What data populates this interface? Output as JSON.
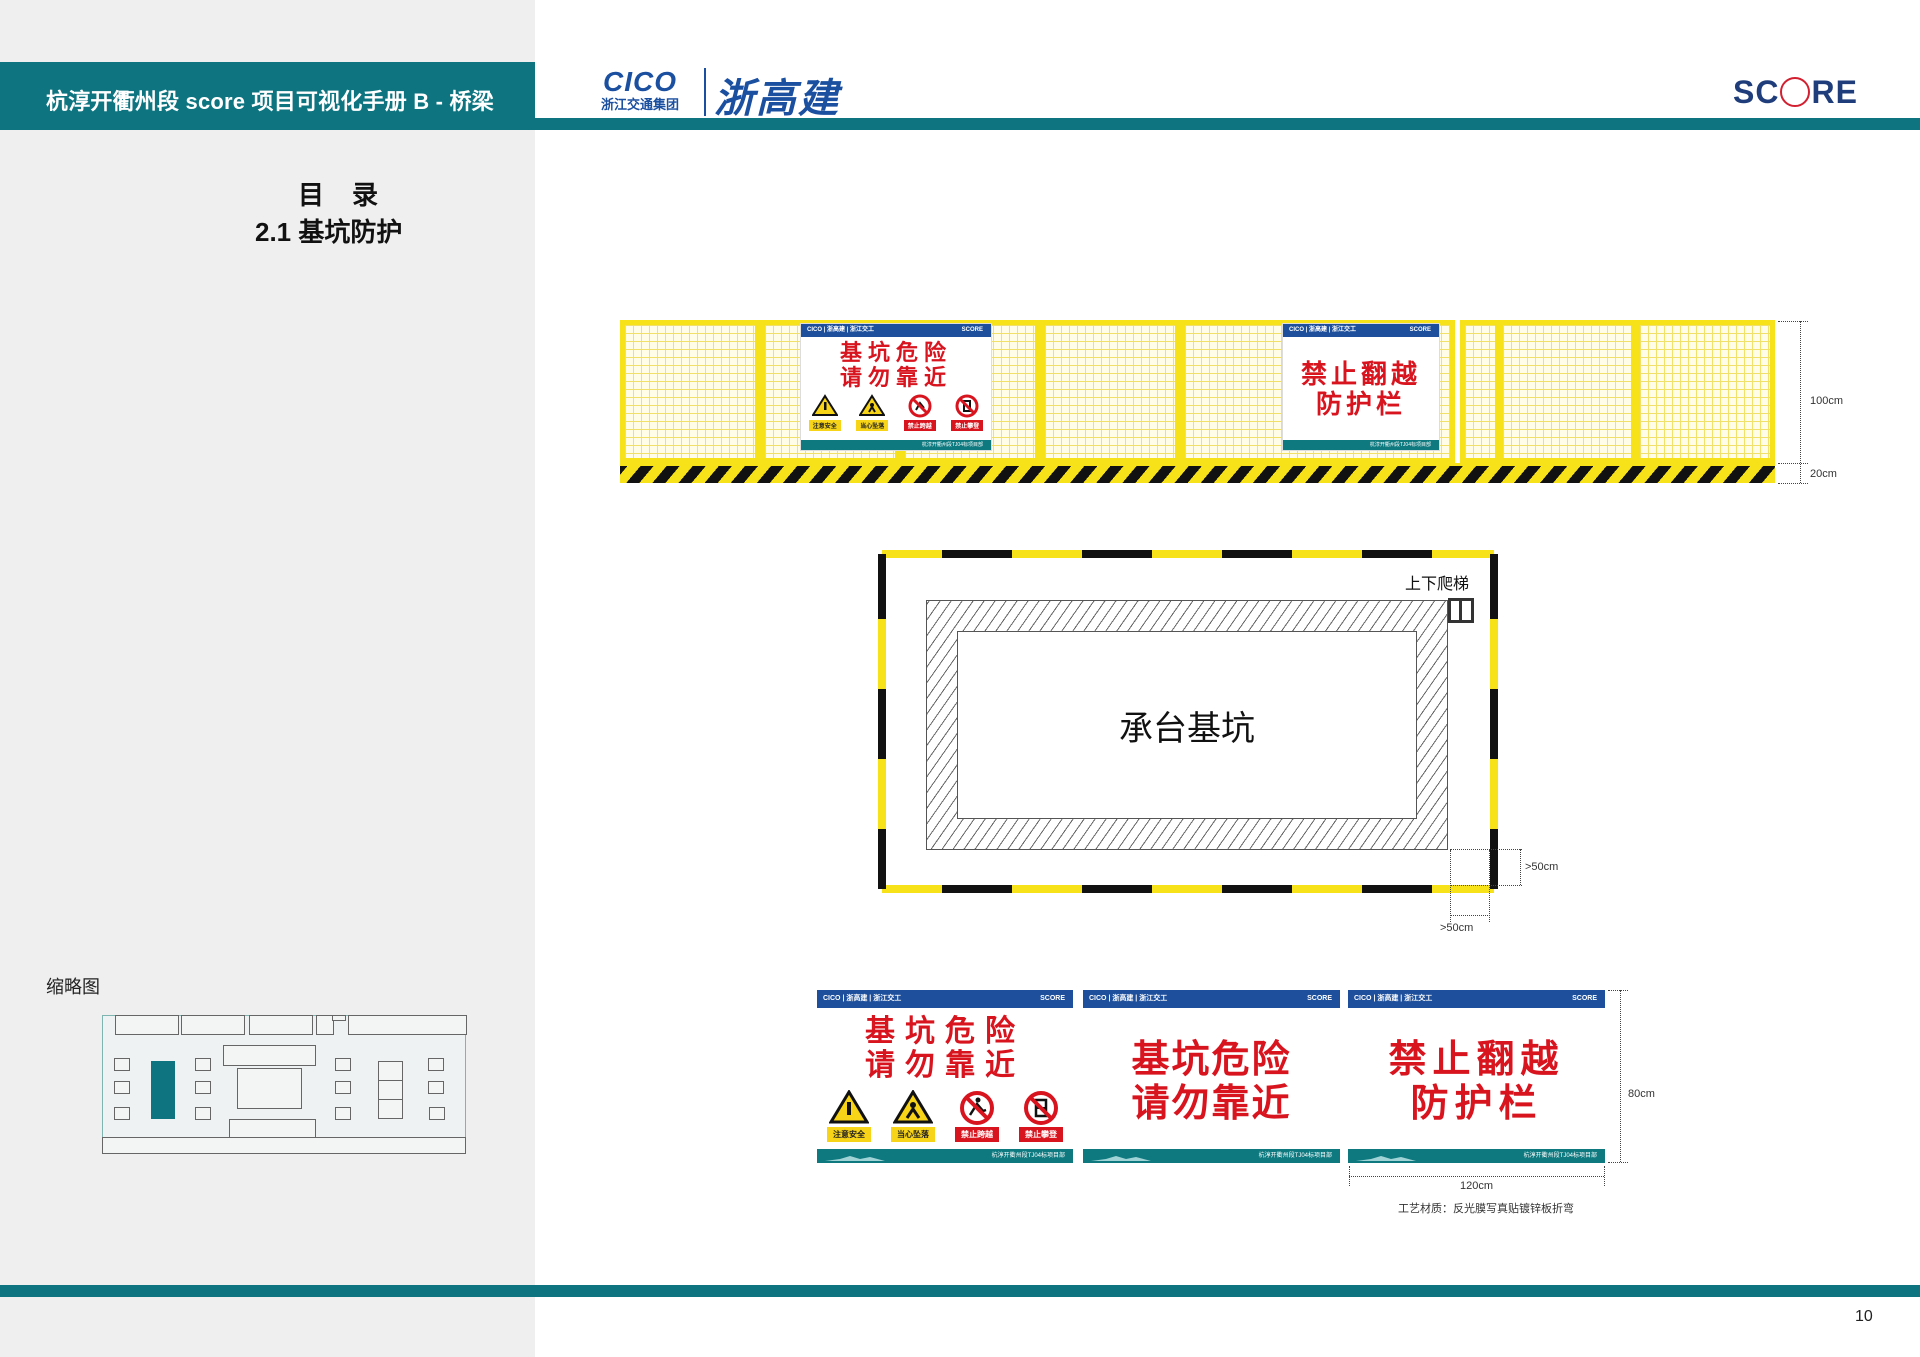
{
  "header": {
    "title": "杭淳开衢州段 score 项目可视化手册 B - 桥梁",
    "logos": {
      "cico": "CICO",
      "cico_sub": "浙江交通集团",
      "zgj": "浙高建",
      "score": [
        "SC",
        "RE"
      ]
    }
  },
  "toc": {
    "heading": "目录",
    "section": "2.1 基坑防护"
  },
  "thumbnail": {
    "label": "缩略图"
  },
  "fence": {
    "dim_height": "100cm",
    "dim_base": "20cm",
    "sign_small_header": "CICO | 浙高建 | 浙江交工",
    "sign_small_score": "SCORE"
  },
  "pit_diagram": {
    "label": "承台基坑",
    "ladder_label": "上下爬梯",
    "clearance_v": ">50cm",
    "clearance_h": ">50cm"
  },
  "signs": [
    {
      "header_left": "CICO | 浙高建 | 浙江交工",
      "header_right": "SCORE",
      "line1": "基坑危险",
      "line2": "请勿靠近",
      "icons": [
        {
          "name": "caution-icon",
          "glyph": "!",
          "type": "warning",
          "tag": "注意安全",
          "tag_color": "#f7d417"
        },
        {
          "name": "fall-hazard-icon",
          "glyph": "⛌",
          "type": "warning",
          "tag": "当心坠落",
          "tag_color": "#f7d417"
        },
        {
          "name": "no-jumping-icon",
          "glyph": "⛷",
          "type": "prohibit",
          "tag": "禁止跨越",
          "tag_color": "#d8141f"
        },
        {
          "name": "no-climbing-icon",
          "glyph": "⛯",
          "type": "prohibit",
          "tag": "禁止攀登",
          "tag_color": "#d8141f"
        }
      ],
      "footer": "杭淳开衢州段TJ04标项目部"
    },
    {
      "header_left": "CICO | 浙高建 | 浙江交工",
      "header_right": "SCORE",
      "line1": "基坑危险",
      "line2": "请勿靠近",
      "footer": "杭淳开衢州段TJ04标项目部"
    },
    {
      "header_left": "CICO | 浙高建 | 浙江交工",
      "header_right": "SCORE",
      "line1": "禁止翻越",
      "line2": "防护栏",
      "footer": "杭淳开衢州段TJ04标项目部"
    }
  ],
  "sign_dims": {
    "height": "80cm",
    "width": "120cm",
    "material": "工艺材质：反光膜写真贴镀锌板折弯"
  },
  "page": {
    "number": "10"
  },
  "colors": {
    "teal": "#0e7580",
    "brand_blue": "#1d4f9c",
    "danger_red": "#d8141f",
    "safety_yellow": "#f7e21a"
  }
}
